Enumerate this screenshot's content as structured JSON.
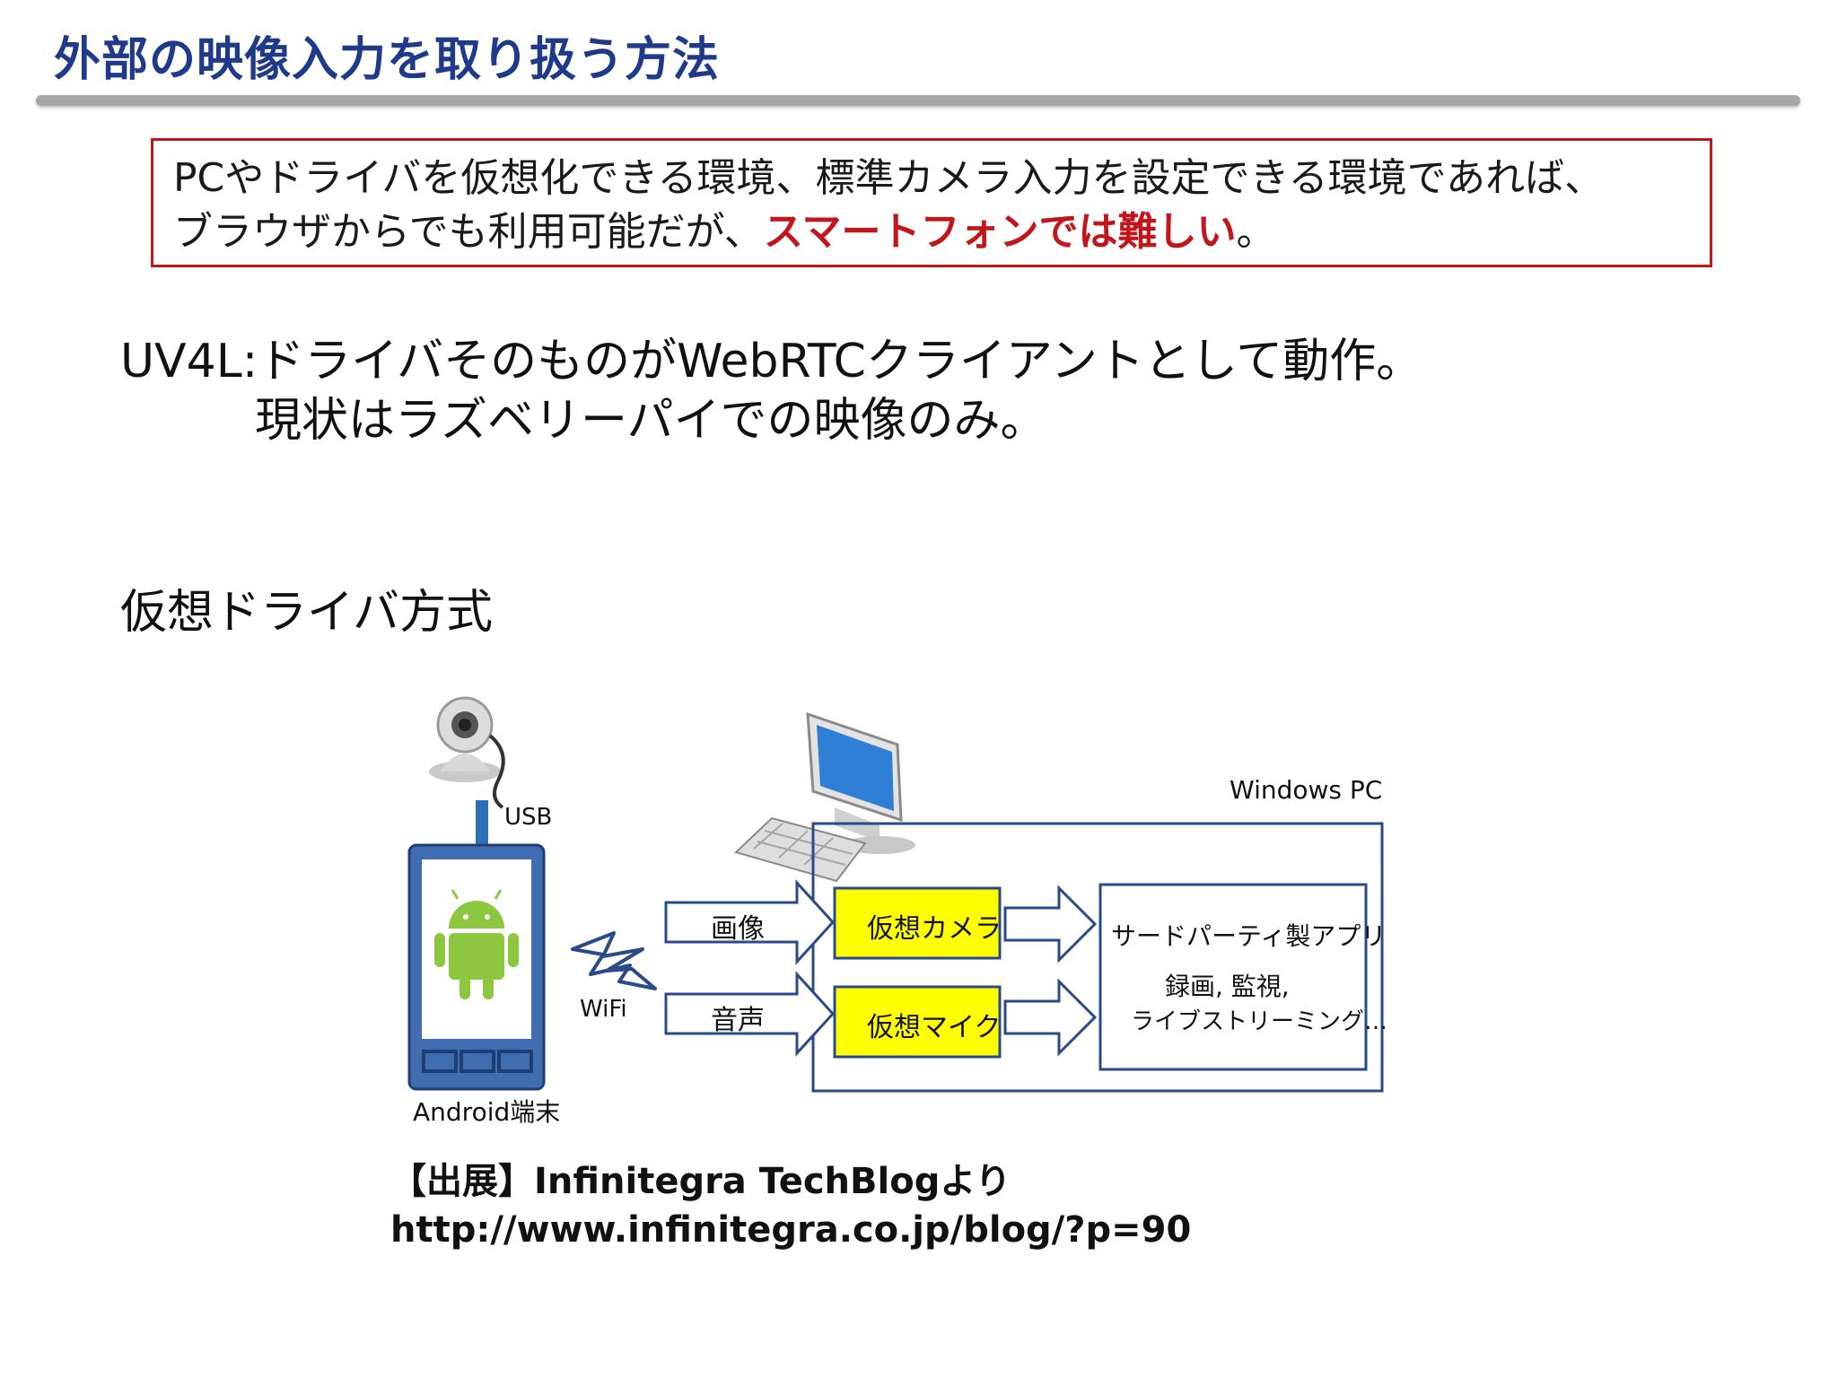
{
  "slide": {
    "title": "外部の映像入力を取り扱う方法"
  },
  "notice": {
    "line1": "PCやドライバを仮想化できる環境、標準カメラ入力を設定できる環境であれば、",
    "line2_prefix": "ブラウザからでも利用可能だが、",
    "line2_highlight": "スマートフォンでは難しい",
    "line2_suffix": "。"
  },
  "uv4l": {
    "line1": "UV4L:ドライバそのものがWebRTCクライアントとして動作。",
    "line2": "現状はラズベリーパイでの映像のみ。"
  },
  "section": {
    "heading": "仮想ドライバ方式"
  },
  "diagram": {
    "usb_label": "USB",
    "wifi_label": "WiFi",
    "android_label": "Android端末",
    "windows_label": "Windows PC",
    "video_label": "画像",
    "audio_label": "音声",
    "virtual_camera": "仮想カメラ",
    "virtual_mic": "仮想マイク",
    "app_title": "サードパーティ製アプリ",
    "app_line1": "録画, 監視,",
    "app_line2": "ライブストリーミング…",
    "colors": {
      "border_blue": "#2a4a8a",
      "android_green": "#8dc63f",
      "virtual_box_fill": "#ffff00",
      "screen_blue": "#2f7fd6"
    },
    "icons": [
      "webcam-icon",
      "android-robot-icon",
      "lightning-bolt-icon",
      "desktop-computer-icon",
      "keyboard-icon"
    ]
  },
  "source": {
    "line1": "【出展】Infinitegra TechBlogより",
    "line2": "http://www.infinitegra.co.jp/blog/?p=90"
  }
}
